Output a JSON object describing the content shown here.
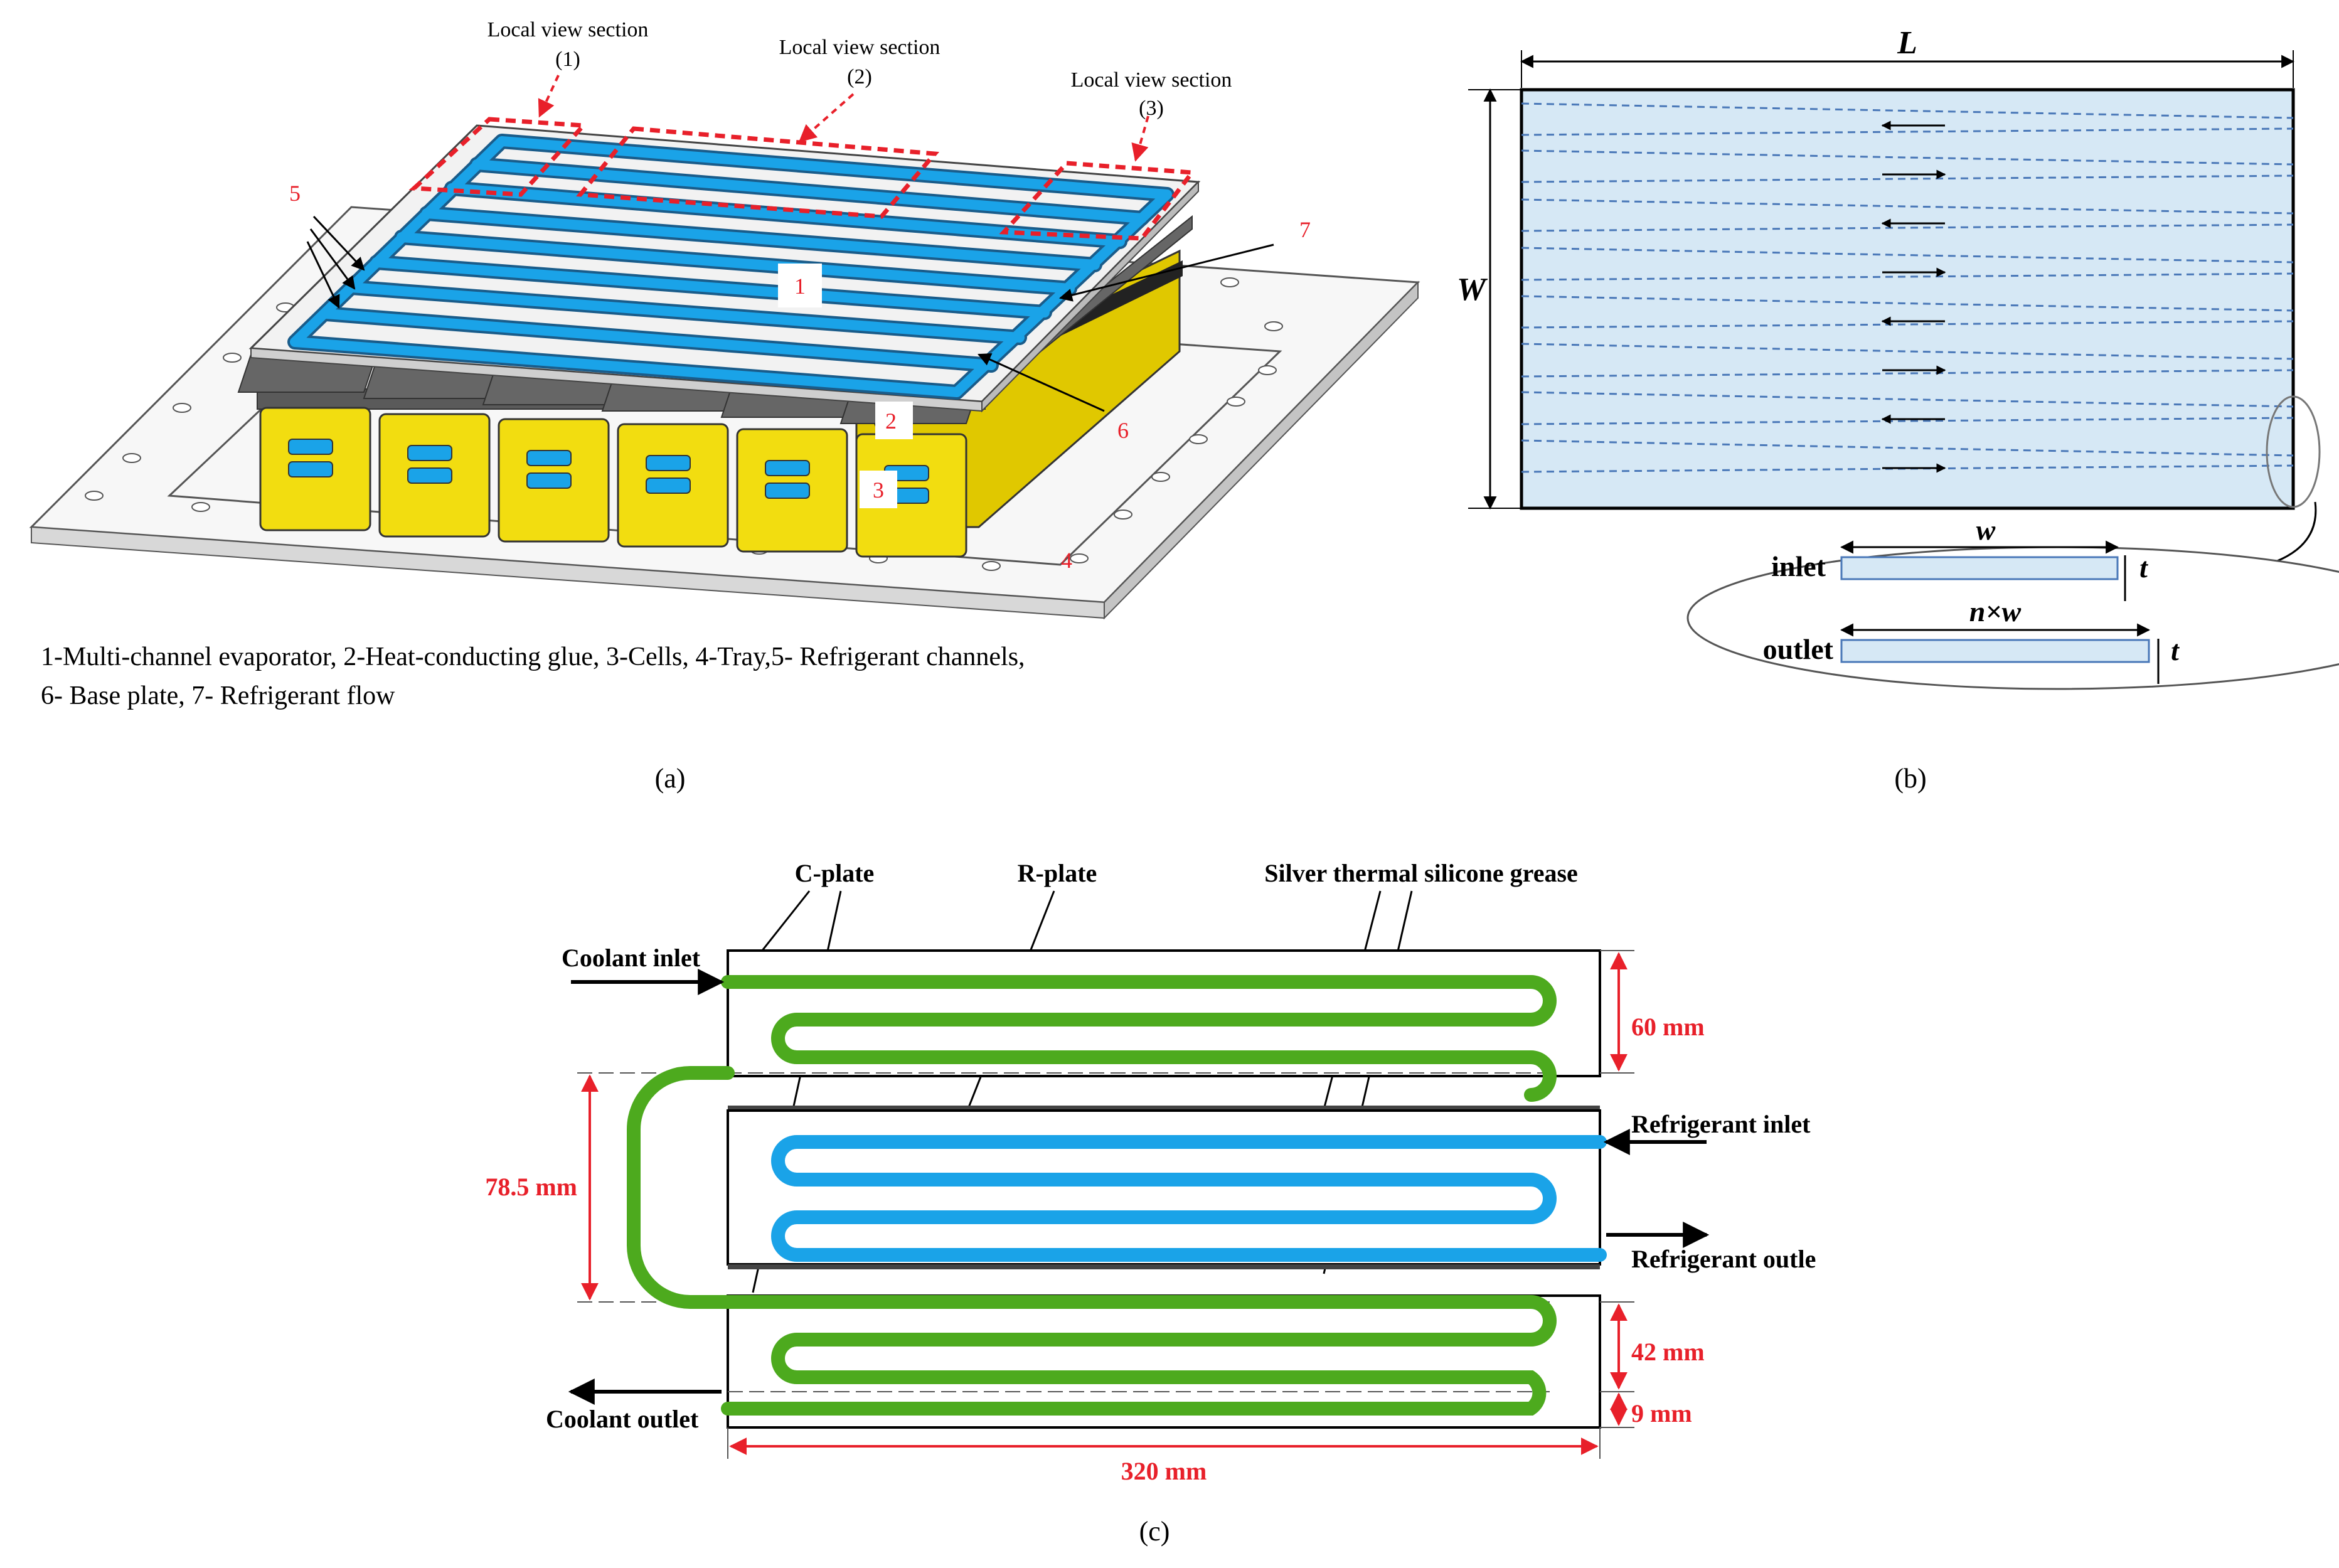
{
  "panel_a": {
    "panel_label": "(a)",
    "local_view_1": [
      "Local view section",
      "(1)"
    ],
    "local_view_2": [
      "Local view section",
      "(2)"
    ],
    "local_view_3": [
      "Local view section",
      "(3)"
    ],
    "numbers": {
      "n1": "1",
      "n2": "2",
      "n3": "3",
      "n4": "4",
      "n5": "5",
      "n6": "6",
      "n7": "7"
    },
    "caption_line1": "1-Multi-channel evaporator, 2-Heat-conducting glue, 3-Cells, 4-Tray,5- Refrigerant channels,",
    "caption_line2": "6- Base plate, 7- Refrigerant flow"
  },
  "panel_b": {
    "panel_label": "(b)",
    "L": "L",
    "W": "W",
    "w": "w",
    "t1": "t",
    "t2": "t",
    "nw": "n×w",
    "inlet": "inlet",
    "outlet": "outlet"
  },
  "panel_c": {
    "panel_label": "(c)",
    "c_plate": "C-plate",
    "r_plate": "R-plate",
    "grease": "Silver thermal silicone grease",
    "coolant_inlet": "Coolant inlet",
    "coolant_outlet": "Coolant outlet",
    "refrigerant_inlet": "Refrigerant inlet",
    "refrigerant_outlet": "Refrigerant outle",
    "dim_60": "60 mm",
    "dim_785": "78.5 mm",
    "dim_42": "42 mm",
    "dim_9": "9 mm",
    "dim_320": "320 mm"
  },
  "colors": {
    "channel_blue": "#1aa3e8",
    "coolant_green": "#4daa1e",
    "cell_yellow": "#f2dd10",
    "dimension_red": "#e8202a",
    "flow_fill": "#d6e8f5",
    "glue_gray": "#5a5a5a"
  }
}
